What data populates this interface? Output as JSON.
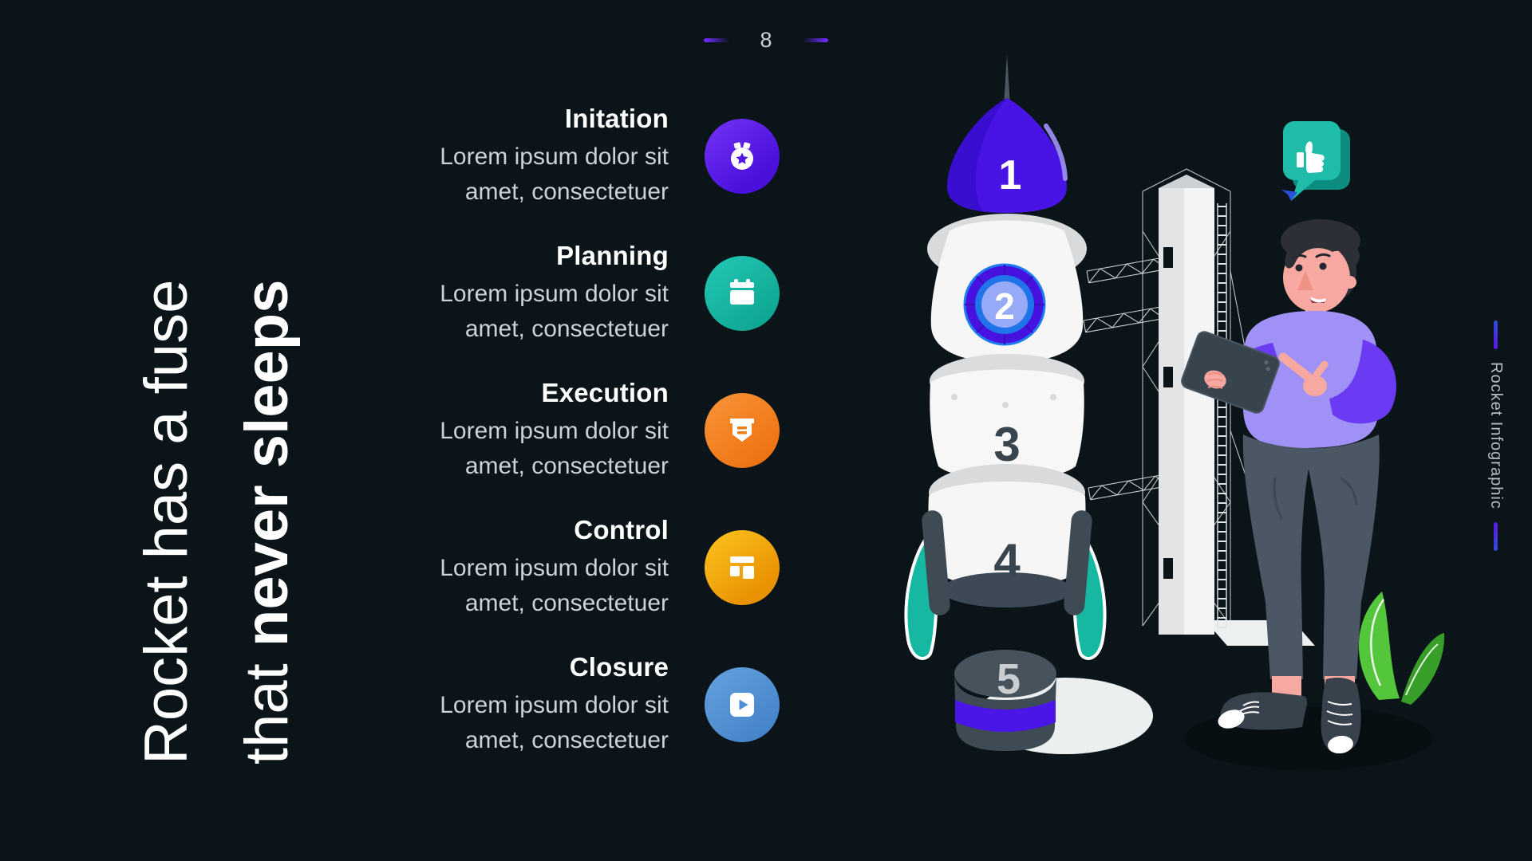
{
  "page": {
    "number": "8",
    "side_label": "Rocket Infographic"
  },
  "title": {
    "line1": "Rocket has a fuse",
    "line2_regular": "that ",
    "line2_bold": "never sleeps"
  },
  "steps": [
    {
      "label": "Initation",
      "desc1": "Lorem ipsum dolor sit",
      "desc2": "amet, consectetuer",
      "icon": "medal-icon",
      "color": "#5a1de9"
    },
    {
      "label": "Planning",
      "desc1": "Lorem ipsum dolor sit",
      "desc2": "amet, consectetuer",
      "icon": "calendar-icon",
      "color": "#13b5a2"
    },
    {
      "label": "Execution",
      "desc1": "Lorem ipsum dolor sit",
      "desc2": "amet, consectetuer",
      "icon": "banner-icon",
      "color": "#f2801f"
    },
    {
      "label": "Control",
      "desc1": "Lorem ipsum dolor sit",
      "desc2": "amet, consectetuer",
      "icon": "grid-layout-icon",
      "color": "#f0a202"
    },
    {
      "label": "Closure",
      "desc1": "Lorem ipsum dolor sit",
      "desc2": "amet, consectetuer",
      "icon": "play-icon",
      "color": "#4d90d5"
    }
  ],
  "rocket": {
    "stages": [
      "1",
      "2",
      "3",
      "4",
      "5"
    ]
  },
  "colors": {
    "background": "#0a1419",
    "accent_purple": "#4a16e8",
    "teal": "#17b9a3",
    "white_body": "#f6f6f6",
    "dark_slate": "#3e4a54"
  }
}
